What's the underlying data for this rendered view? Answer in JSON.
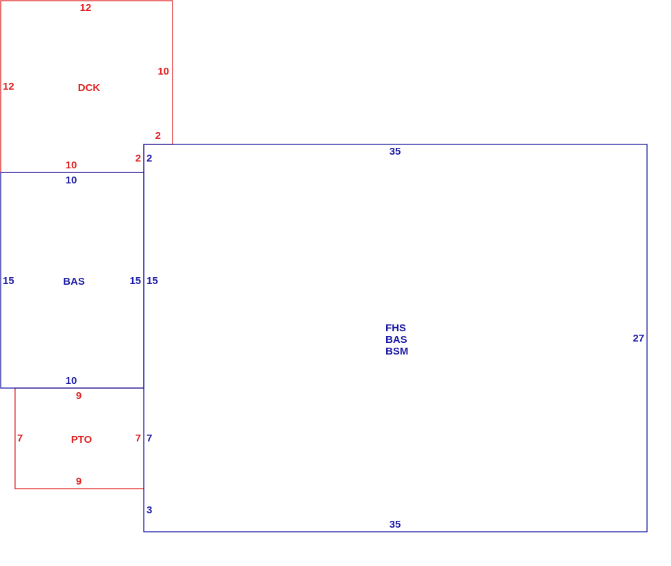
{
  "colors": {
    "porch_deck": "#e02020",
    "living": "#1a1aa6"
  },
  "areas": {
    "dck": {
      "label": "DCK",
      "dims": {
        "top": "12",
        "left": "12",
        "right_upper": "10",
        "right_lower": "2",
        "inner_step": "2",
        "bottom": "10"
      }
    },
    "bas": {
      "label": "BAS",
      "dims": {
        "top": "10",
        "left": "15",
        "right": "15",
        "bottom": "10"
      }
    },
    "pto": {
      "label": "PTO",
      "dims": {
        "top": "9",
        "left": "7",
        "right": "7",
        "bottom": "9"
      }
    },
    "main": {
      "label_lines": [
        "FHS",
        "BAS",
        "BSM"
      ],
      "dims": {
        "top": "35",
        "left_top": "2",
        "left_mid": "15",
        "left_low": "7",
        "left_bottom": "3",
        "right": "27",
        "bottom": "35"
      }
    }
  }
}
